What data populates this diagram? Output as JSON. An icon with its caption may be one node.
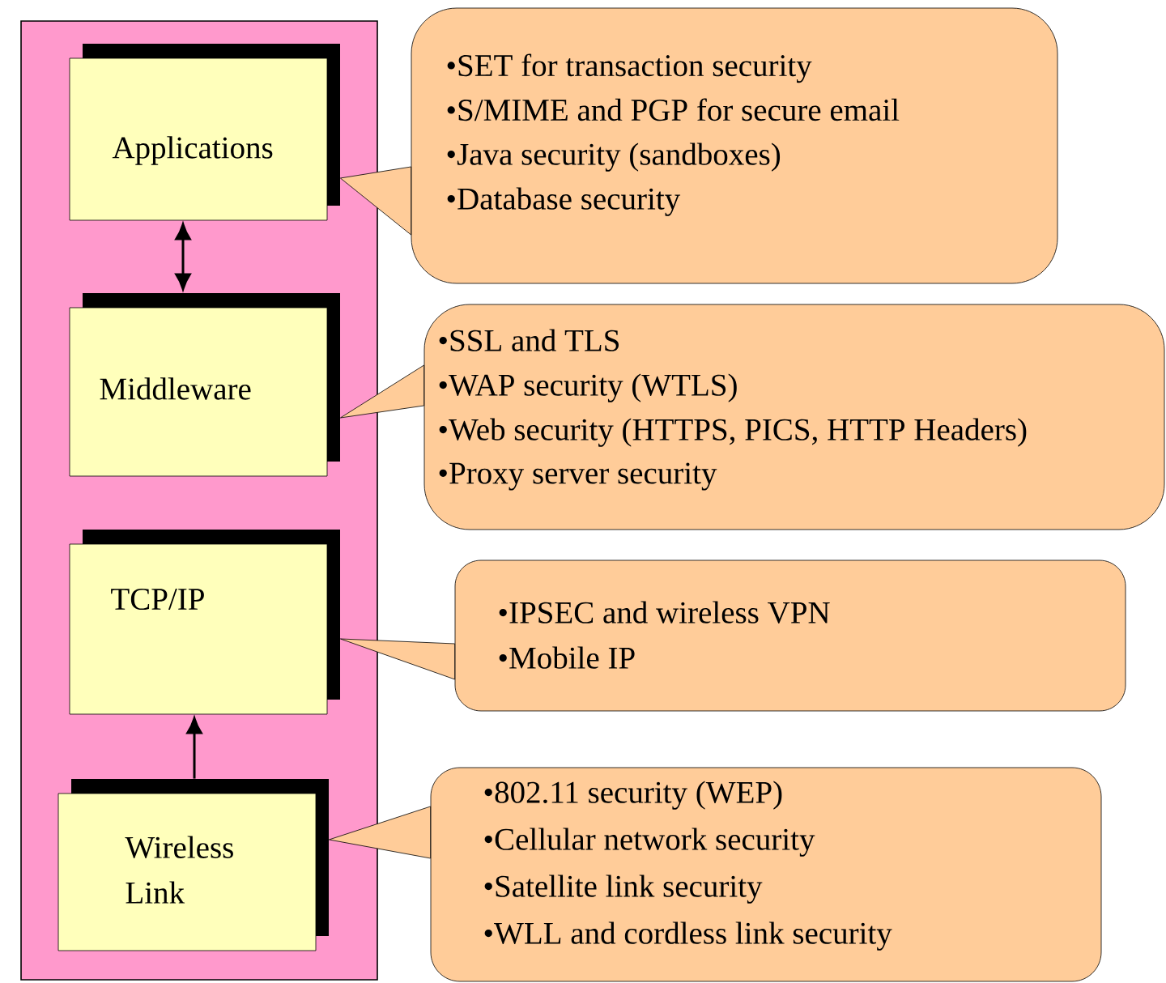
{
  "diagram": {
    "nodes": [
      {
        "text": [],
        "shape": "box"
      },
      {
        "text": [
          "Applications"
        ],
        "in": 0
      },
      {
        "text": [
          "Middleware"
        ],
        "in": 0
      },
      {
        "text": [
          "TCP/IP"
        ],
        "in": 0
      },
      {
        "text": [
          "Wireless Link"
        ],
        "in": 0
      },
      {
        "text": [
          "•SET for transaction security",
          "•S/MIME and PGP for secure email",
          "•Java security (sandboxes)",
          "•Database security"
        ]
      },
      {
        "text": [
          "•SSL and TLS",
          "•WAP security (WTLS)",
          "•Web security (HTTPS, PICS, HTTP Headers)",
          "•Proxy server security"
        ]
      },
      {
        "text": [
          "•IPSEC and wireless VPN",
          "•Mobile IP"
        ]
      },
      {
        "text": [
          "•802.11 security (WEP)",
          "•Cellular network security",
          "•Satellite link security",
          "•WLL and cordless link security"
        ]
      }
    ],
    "edges": [
      {
        "from": 1,
        "to": 2,
        "arrow": "both"
      },
      {
        "from": 4,
        "to": 3,
        "arrow": "to"
      },
      {
        "from": 5,
        "to": 1,
        "arrow": "to"
      },
      {
        "from": 6,
        "to": 2,
        "arrow": "to"
      },
      {
        "from": 7,
        "to": 3,
        "arrow": "to"
      },
      {
        "from": 8,
        "to": 4,
        "arrow": "to"
      }
    ]
  }
}
